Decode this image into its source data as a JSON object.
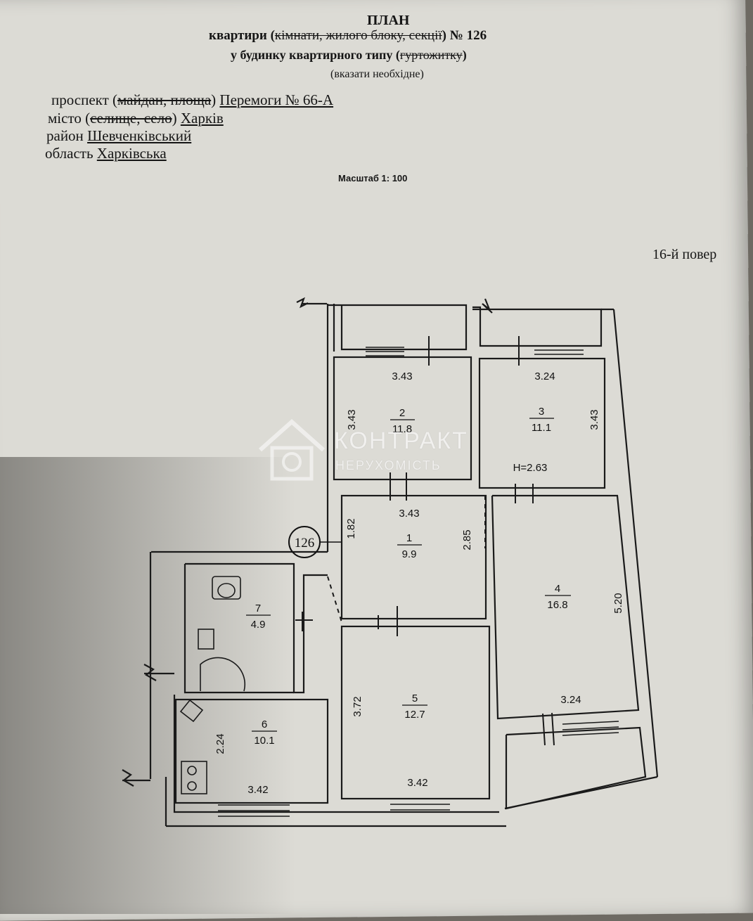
{
  "header": {
    "title": "ПЛАН",
    "line1_prefix": "квартири (",
    "line1_struck": "кімнати, жилого блоку, секції",
    "line1_suffix": ") № 126",
    "line2_prefix": "у будинку квартирного типу (",
    "line2_struck": "гуртожитку",
    "line2_suffix": ")",
    "note": "(вказати необхідне)"
  },
  "address": {
    "street_label": "проспект (",
    "street_struck": "майдан, площа",
    "street_close": ") ",
    "street_value": "Перемоги № 66-А",
    "city_label": "місто (",
    "city_struck": "селище, село",
    "city_close": ") ",
    "city_value": "Харків",
    "district_label": "район ",
    "district_value": "Шевченківський",
    "region_label": "область ",
    "region_value": "Харківська"
  },
  "scale": "Масштаб 1: 100",
  "floor": "16-й повер",
  "apartment_number": "126",
  "height_label": "H=2.63",
  "rooms": [
    {
      "num": "1",
      "area": "9.9"
    },
    {
      "num": "2",
      "area": "11.8"
    },
    {
      "num": "3",
      "area": "11.1"
    },
    {
      "num": "4",
      "area": "16.8"
    },
    {
      "num": "5",
      "area": "12.7"
    },
    {
      "num": "6",
      "area": "10.1"
    },
    {
      "num": "7",
      "area": "4.9"
    }
  ],
  "dimensions": {
    "r2_top": "3.43",
    "r2_side": "3.43",
    "r3_top": "3.24",
    "r3_side": "3.43",
    "r1_top": "3.43",
    "r1_left": "1.82",
    "r1_right": "2.85",
    "r4_side": "5.20",
    "r4_bottom": "3.24",
    "r5_side": "3.72",
    "r5_bottom": "3.42",
    "r6_side": "2.24",
    "r6_bottom": "3.42"
  },
  "watermark": {
    "line1": "КОНТРАКТ",
    "line2": "НЕРУХОМІСТЬ"
  }
}
